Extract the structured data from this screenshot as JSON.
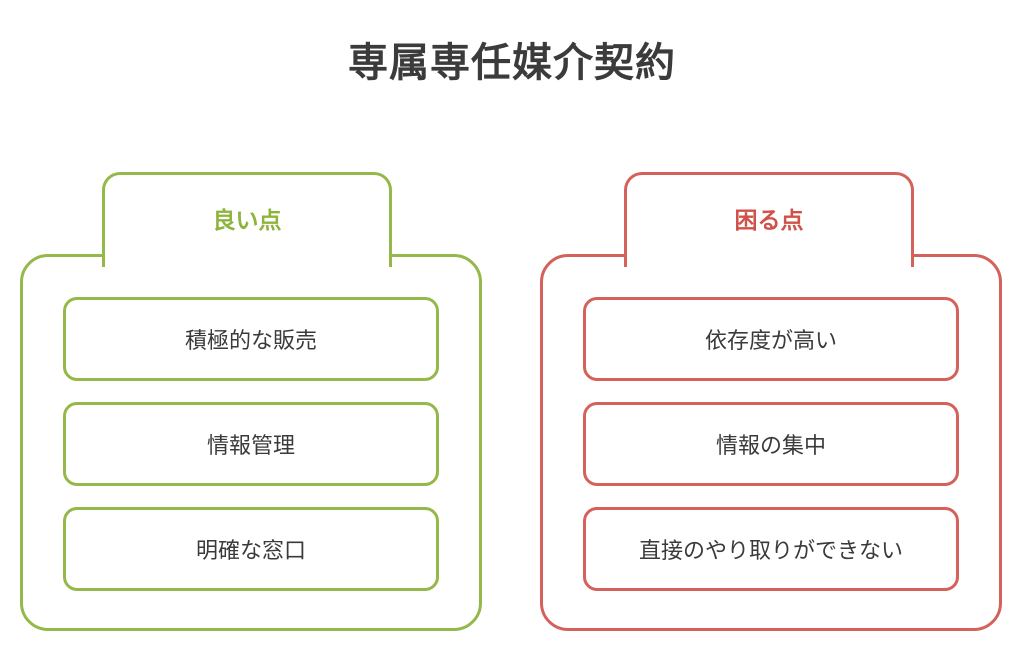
{
  "title": "専属専任媒介契約",
  "good": {
    "label": "良い点",
    "items": [
      "積極的な販売",
      "情報管理",
      "明確な窓口"
    ]
  },
  "bad": {
    "label": "困る点",
    "items": [
      "依存度が高い",
      "情報の集中",
      "直接のやり取りができない"
    ]
  },
  "colors": {
    "good": "#95b84a",
    "bad": "#d4625b",
    "text": "#3a3a3a"
  }
}
